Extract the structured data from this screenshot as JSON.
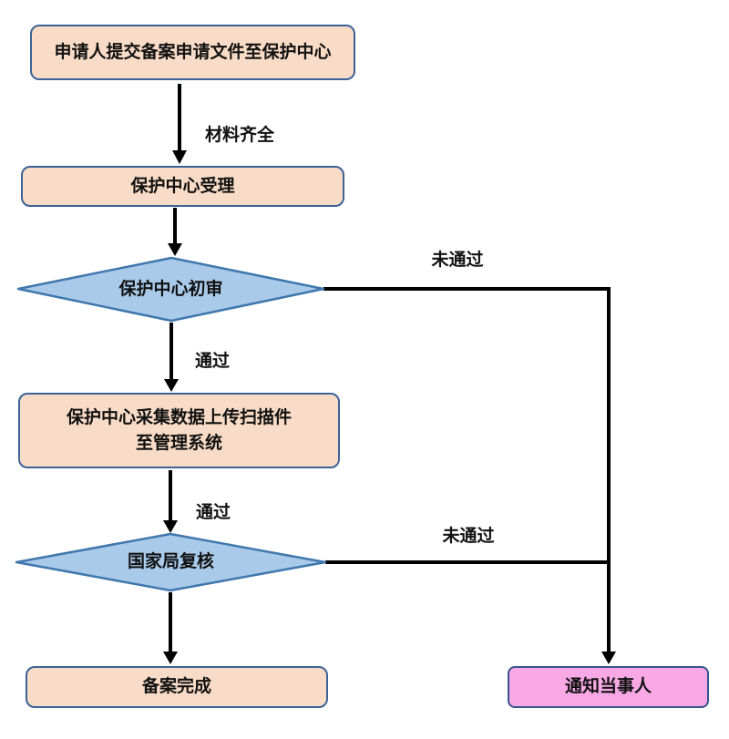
{
  "flowchart": {
    "colors": {
      "background": "#ffffff",
      "process_fill": "#f9dcc7",
      "process_border": "#3c6296",
      "decision_fill": "#aacaea",
      "decision_border": "#4077ad",
      "notify_fill": "#f9a8e6",
      "notify_border": "#35548c",
      "line": "#000000",
      "text": "#111111"
    },
    "nodes": [
      {
        "id": "submit",
        "type": "process",
        "label": "申请人提交备案申请文件至保护中心"
      },
      {
        "id": "accept",
        "type": "process",
        "label": "保护中心受理"
      },
      {
        "id": "preliminary-review",
        "type": "decision",
        "label": "保护中心初审"
      },
      {
        "id": "collect-upload",
        "type": "process",
        "label_line1": "保护中心采集数据上传扫描件",
        "label_line2": "至管理系统"
      },
      {
        "id": "national-review",
        "type": "decision",
        "label": "国家局复核"
      },
      {
        "id": "filing-complete",
        "type": "process",
        "label": "备案完成"
      },
      {
        "id": "notify-party",
        "type": "notify",
        "label": "通知当事人"
      }
    ],
    "edge_labels": {
      "materials_complete": "材料齐全",
      "pass_1": "通过",
      "pass_2": "通过",
      "fail_1": "未通过",
      "fail_2": "未通过"
    }
  }
}
